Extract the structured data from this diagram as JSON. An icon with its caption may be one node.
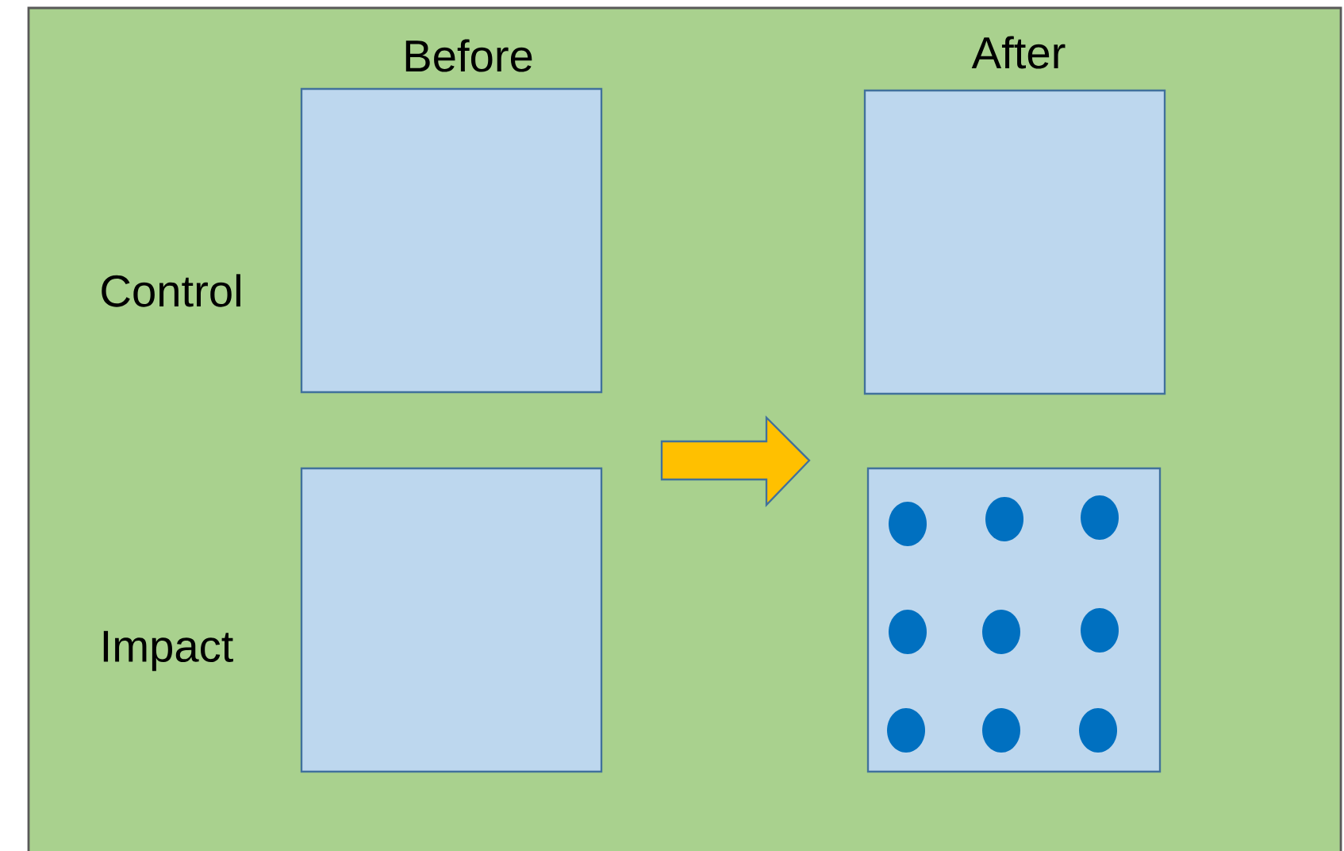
{
  "diagram": {
    "nodes": [
      {
        "text": [],
        "shape": "box"
      },
      {
        "text": [],
        "shape": "box"
      },
      {
        "text": [],
        "shape": "box"
      },
      {
        "text": [],
        "shape": "box"
      },
      {
        "text": [],
        "shape": "circle",
        "in": 3
      },
      {
        "text": [],
        "shape": "circle",
        "in": 3
      },
      {
        "text": [],
        "shape": "circle",
        "in": 3
      },
      {
        "text": [],
        "shape": "circle",
        "in": 3
      },
      {
        "text": [],
        "shape": "circle",
        "in": 3
      },
      {
        "text": [],
        "shape": "circle",
        "in": 3
      },
      {
        "text": [],
        "shape": "circle",
        "in": 3
      },
      {
        "text": [],
        "shape": "circle",
        "in": 3
      },
      {
        "text": [],
        "shape": "circle",
        "in": 3
      }
    ],
    "labels": [
      "Before",
      "After",
      "Control",
      "Impact"
    ]
  }
}
